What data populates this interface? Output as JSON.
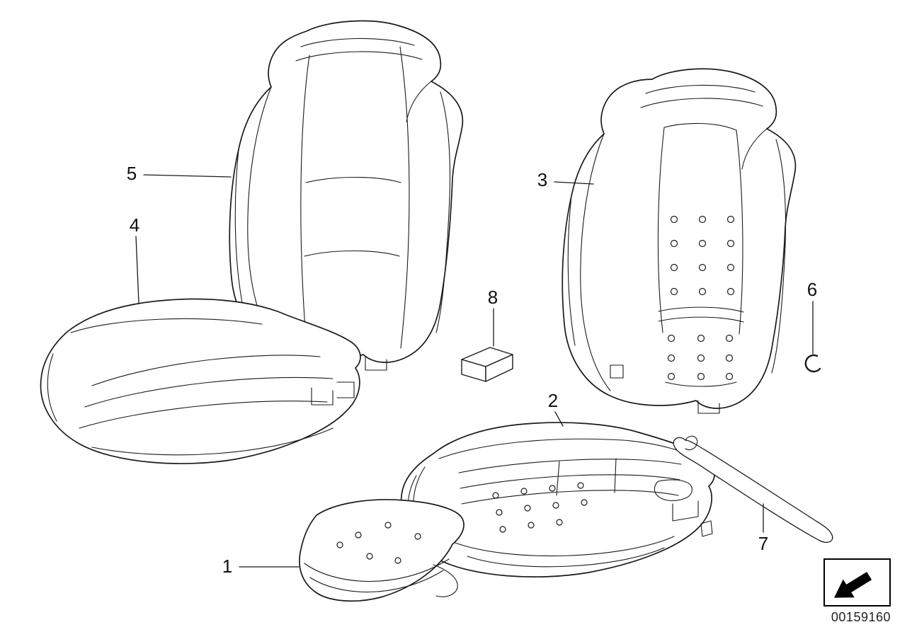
{
  "diagram": {
    "callouts": [
      {
        "label": "1"
      },
      {
        "label": "2"
      },
      {
        "label": "3"
      },
      {
        "label": "4"
      },
      {
        "label": "5"
      },
      {
        "label": "6"
      },
      {
        "label": "7"
      },
      {
        "label": "8"
      }
    ],
    "part_number": "00159160",
    "icons": {
      "direction_arrow": "arrow-down-left-icon"
    },
    "colors": {
      "line": "#1a1a1a",
      "background": "#ffffff"
    }
  }
}
